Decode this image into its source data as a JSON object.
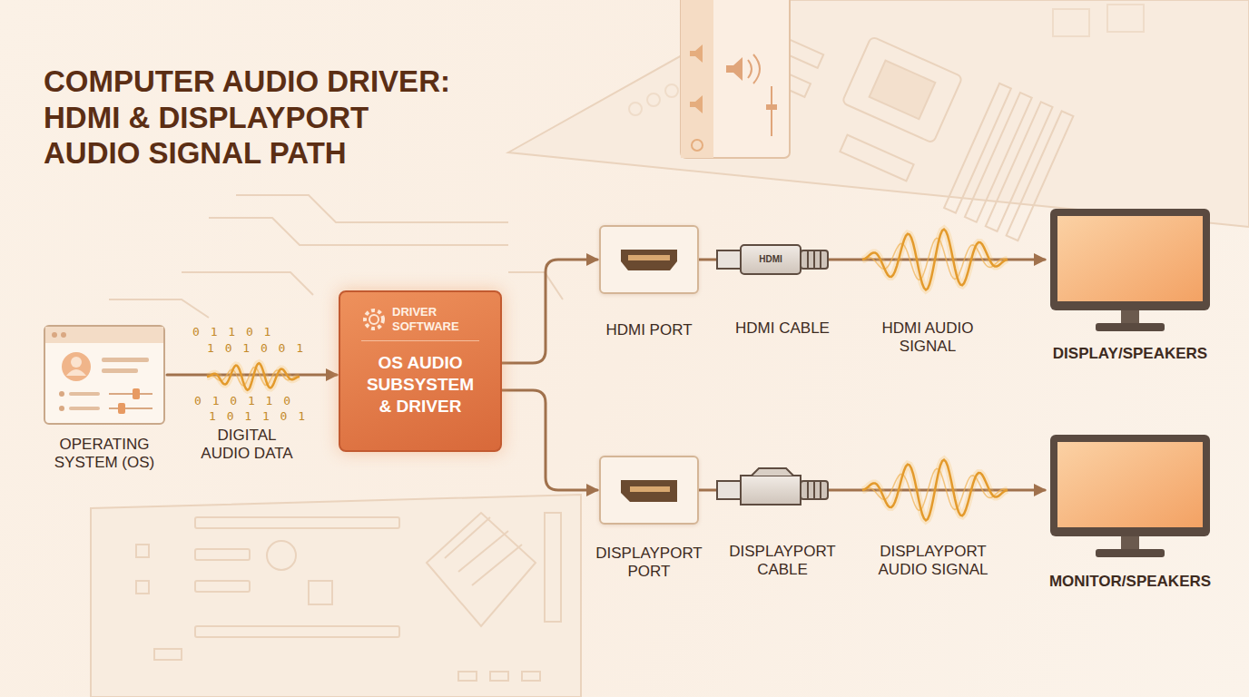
{
  "diagram": {
    "title": "COMPUTER AUDIO DRIVER: HDMI & DISPLAYPORT AUDIO SIGNAL PATH",
    "nodes": [
      {
        "text": [
          "OPERATING SYSTEM (OS)"
        ]
      },
      {
        "text": [
          "DRIVER SOFTWARE",
          "OS AUDIO SUBSYSTEM & DRIVER"
        ]
      },
      {
        "text": [
          "HDMI PORT"
        ]
      },
      {
        "text": [
          "DISPLAYPORT PORT"
        ]
      },
      {
        "text": [
          "DISPLAY/SPEAKERS"
        ]
      },
      {
        "text": [
          "MONITOR/SPEAKERS"
        ]
      }
    ],
    "edges": [
      {
        "from": 0,
        "to": 1,
        "label": "DIGITAL AUDIO DATA",
        "arrow": "to"
      },
      {
        "from": 1,
        "to": 2,
        "arrow": "to"
      },
      {
        "from": 1,
        "to": 3,
        "arrow": "to"
      },
      {
        "from": 2,
        "to": 4,
        "arrow": "to"
      },
      {
        "from": 3,
        "to": 5,
        "arrow": "to"
      }
    ],
    "labels": [
      "0 1 1 0 1",
      "1 0 1 0 0 1",
      "0 1 0 1 1 0",
      "1 0 1 1 0 1",
      "HDMI CABLE",
      "HDMI AUDIO SIGNAL",
      "DISPLAYPORT CABLE",
      "DISPLAYPORT AUDIO SIGNAL",
      "HDMI"
    ]
  }
}
